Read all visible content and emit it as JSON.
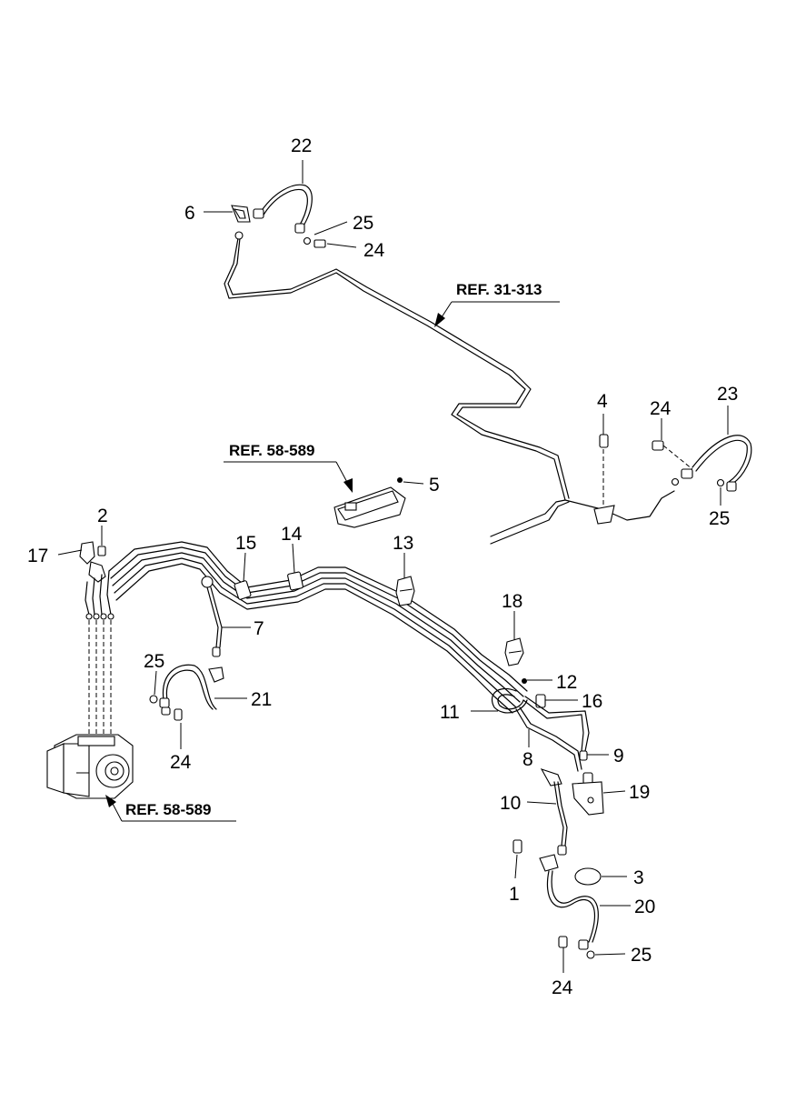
{
  "callouts": [
    {
      "id": "c22",
      "text": "22"
    },
    {
      "id": "c6",
      "text": "6"
    },
    {
      "id": "c25a",
      "text": "25"
    },
    {
      "id": "c24a",
      "text": "24"
    },
    {
      "id": "c4",
      "text": "4"
    },
    {
      "id": "c24b",
      "text": "24"
    },
    {
      "id": "c23",
      "text": "23"
    },
    {
      "id": "c25b",
      "text": "25"
    },
    {
      "id": "c5",
      "text": "5"
    },
    {
      "id": "c2",
      "text": "2"
    },
    {
      "id": "c17",
      "text": "17"
    },
    {
      "id": "c15",
      "text": "15"
    },
    {
      "id": "c14",
      "text": "14"
    },
    {
      "id": "c13",
      "text": "13"
    },
    {
      "id": "c7",
      "text": "7"
    },
    {
      "id": "c25c",
      "text": "25"
    },
    {
      "id": "c21",
      "text": "21"
    },
    {
      "id": "c24c",
      "text": "24"
    },
    {
      "id": "c18",
      "text": "18"
    },
    {
      "id": "c12",
      "text": "12"
    },
    {
      "id": "c16",
      "text": "16"
    },
    {
      "id": "c11",
      "text": "11"
    },
    {
      "id": "c8",
      "text": "8"
    },
    {
      "id": "c9",
      "text": "9"
    },
    {
      "id": "c19",
      "text": "19"
    },
    {
      "id": "c10",
      "text": "10"
    },
    {
      "id": "c1",
      "text": "1"
    },
    {
      "id": "c3",
      "text": "3"
    },
    {
      "id": "c20",
      "text": "20"
    },
    {
      "id": "c25d",
      "text": "25"
    },
    {
      "id": "c24d",
      "text": "24"
    }
  ],
  "references": [
    {
      "id": "r1",
      "text": "REF. 31-313"
    },
    {
      "id": "r2",
      "text": "REF. 58-589"
    },
    {
      "id": "r3",
      "text": "REF. 58-589"
    }
  ]
}
